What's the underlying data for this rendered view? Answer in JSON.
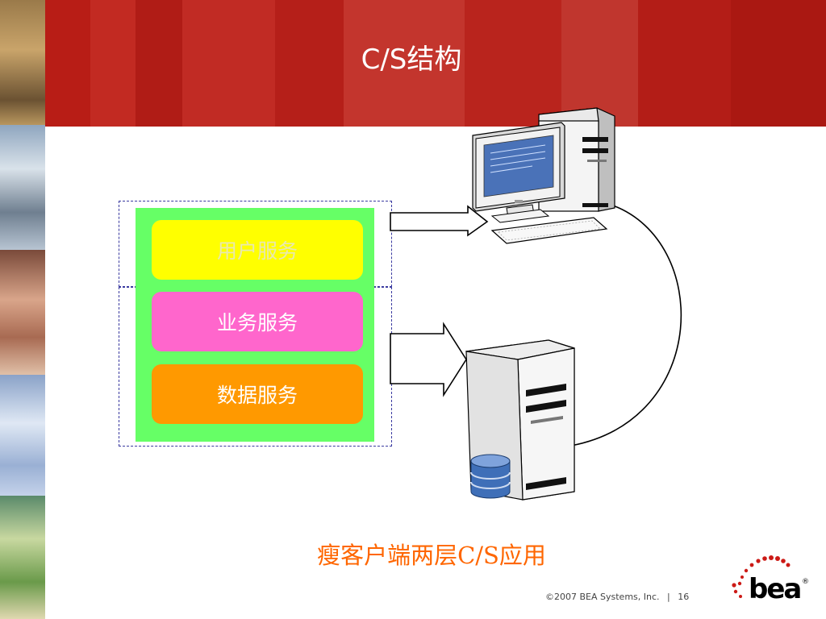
{
  "slide": {
    "title": "C/S结构",
    "caption": "瘦客户端两层C/S应用"
  },
  "layers": {
    "user": "用户服务",
    "business": "业务服务",
    "data": "数据服务"
  },
  "footer": {
    "copyright": "©2007 BEA Systems, Inc.",
    "separator": "|",
    "page_number": "16"
  },
  "logo": {
    "text": "bea"
  },
  "colors": {
    "header_red": "#b81d16",
    "layer_green": "#66ff66",
    "user_layer": "#ffff00",
    "business_layer": "#ff66cc",
    "data_layer": "#ff9900",
    "caption": "#ff6600",
    "logo_red": "#cc1a16"
  },
  "icons": [
    "desktop-computer-icon",
    "server-tower-icon",
    "database-icon",
    "arrow-right-icon"
  ]
}
